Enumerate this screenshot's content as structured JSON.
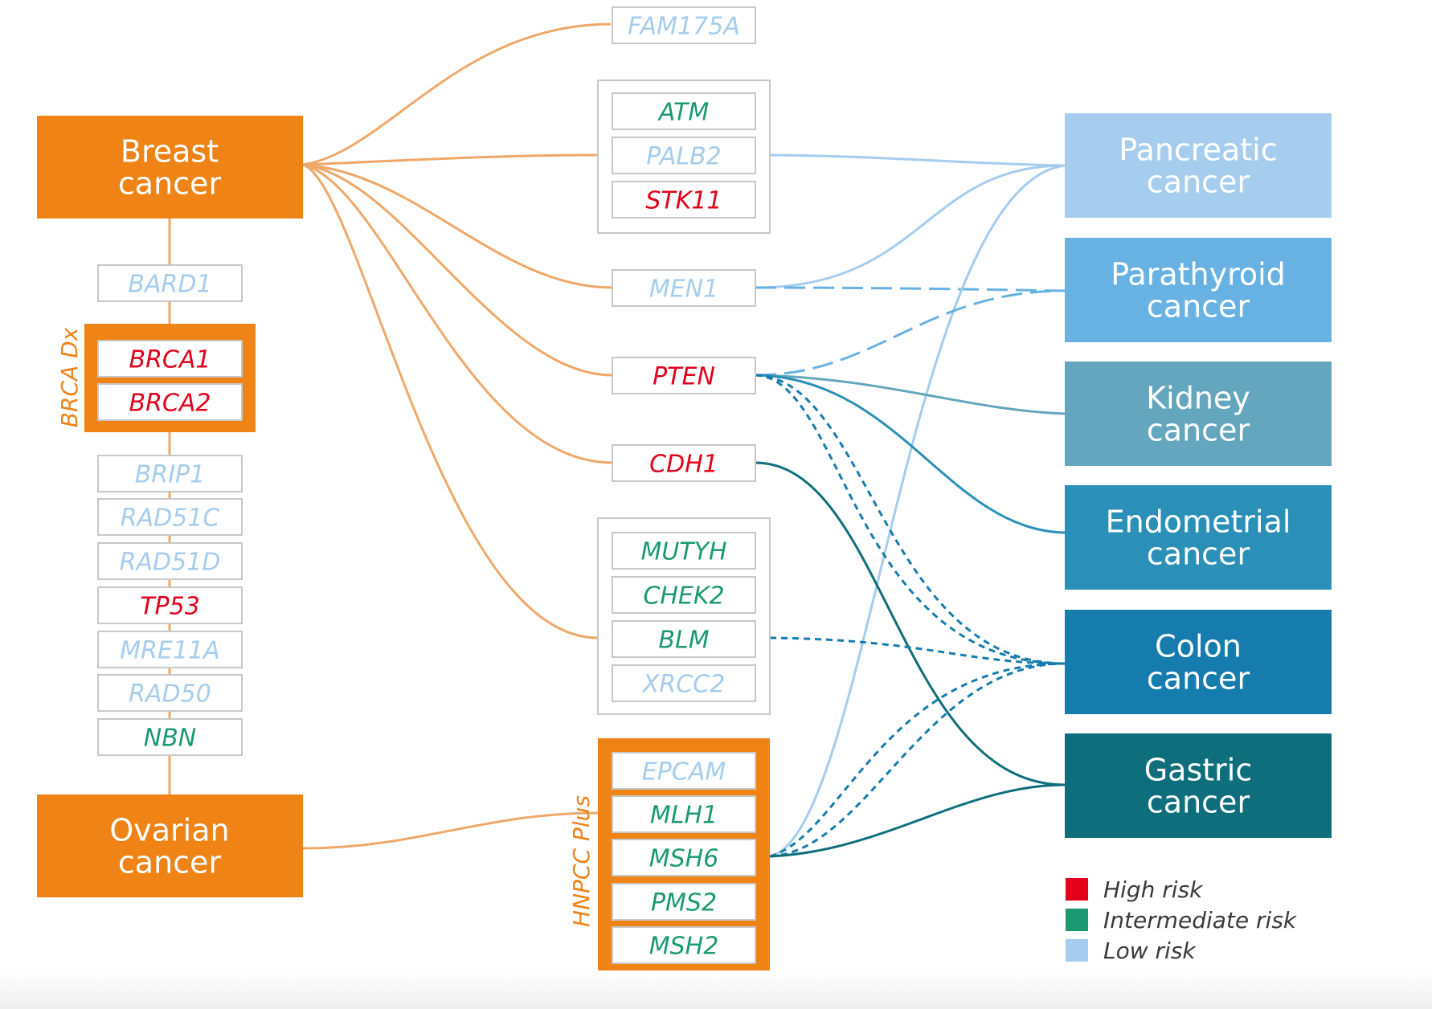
{
  "colors": {
    "orange": "#ef8316",
    "orange_line": "#efa86a",
    "box_border": "#c8c8c8",
    "high_risk": "#e2001a",
    "intermediate_risk": "#1b9a72",
    "low_risk": "#a6cdee",
    "pancreatic": "#a6cdee",
    "parathyroid": "#68b2e3",
    "kidney": "#64a6bd",
    "endometrial": "#2b90b7",
    "colon": "#167cae",
    "gastric": "#0f6e7c",
    "white": "#ffffff"
  },
  "left_cancers": {
    "breast": "Breast\ncancer",
    "ovarian": "Ovarian\ncancer"
  },
  "groups": {
    "brca_dx": "BRCA Dx",
    "hnpcc_plus": "HNPCC Plus"
  },
  "left_genes": [
    {
      "name": "BARD1",
      "risk": "low"
    },
    {
      "name": "BRCA1",
      "risk": "high"
    },
    {
      "name": "BRCA2",
      "risk": "high"
    },
    {
      "name": "BRIP1",
      "risk": "low"
    },
    {
      "name": "RAD51C",
      "risk": "low"
    },
    {
      "name": "RAD51D",
      "risk": "low"
    },
    {
      "name": "TP53",
      "risk": "high"
    },
    {
      "name": "MRE11A",
      "risk": "low"
    },
    {
      "name": "RAD50",
      "risk": "low"
    },
    {
      "name": "NBN",
      "risk": "intermediate"
    }
  ],
  "middle_genes": [
    {
      "name": "FAM175A",
      "risk": "low"
    },
    {
      "name": "ATM",
      "risk": "intermediate"
    },
    {
      "name": "PALB2",
      "risk": "low"
    },
    {
      "name": "STK11",
      "risk": "high"
    },
    {
      "name": "MEN1",
      "risk": "low"
    },
    {
      "name": "PTEN",
      "risk": "high"
    },
    {
      "name": "CDH1",
      "risk": "high"
    },
    {
      "name": "MUTYH",
      "risk": "intermediate"
    },
    {
      "name": "CHEK2",
      "risk": "intermediate"
    },
    {
      "name": "BLM",
      "risk": "intermediate"
    },
    {
      "name": "XRCC2",
      "risk": "low"
    },
    {
      "name": "EPCAM",
      "risk": "low"
    },
    {
      "name": "MLH1",
      "risk": "intermediate"
    },
    {
      "name": "MSH6",
      "risk": "intermediate"
    },
    {
      "name": "PMS2",
      "risk": "intermediate"
    },
    {
      "name": "MSH2",
      "risk": "intermediate"
    }
  ],
  "right_cancers": [
    {
      "label": "Pancreatic\ncancer",
      "color": "#a6cdee"
    },
    {
      "label": "Parathyroid\ncancer",
      "color": "#68b2e3"
    },
    {
      "label": "Kidney\ncancer",
      "color": "#64a6bd"
    },
    {
      "label": "Endometrial\ncancer",
      "color": "#2b90b7"
    },
    {
      "label": "Colon\ncancer",
      "color": "#167cae"
    },
    {
      "label": "Gastric\ncancer",
      "color": "#0f6e7c"
    }
  ],
  "legend": [
    {
      "label": "High risk",
      "color": "#e2001a"
    },
    {
      "label": "Intermediate risk",
      "color": "#1b9a72"
    },
    {
      "label": "Low risk",
      "color": "#a6cdee"
    }
  ]
}
